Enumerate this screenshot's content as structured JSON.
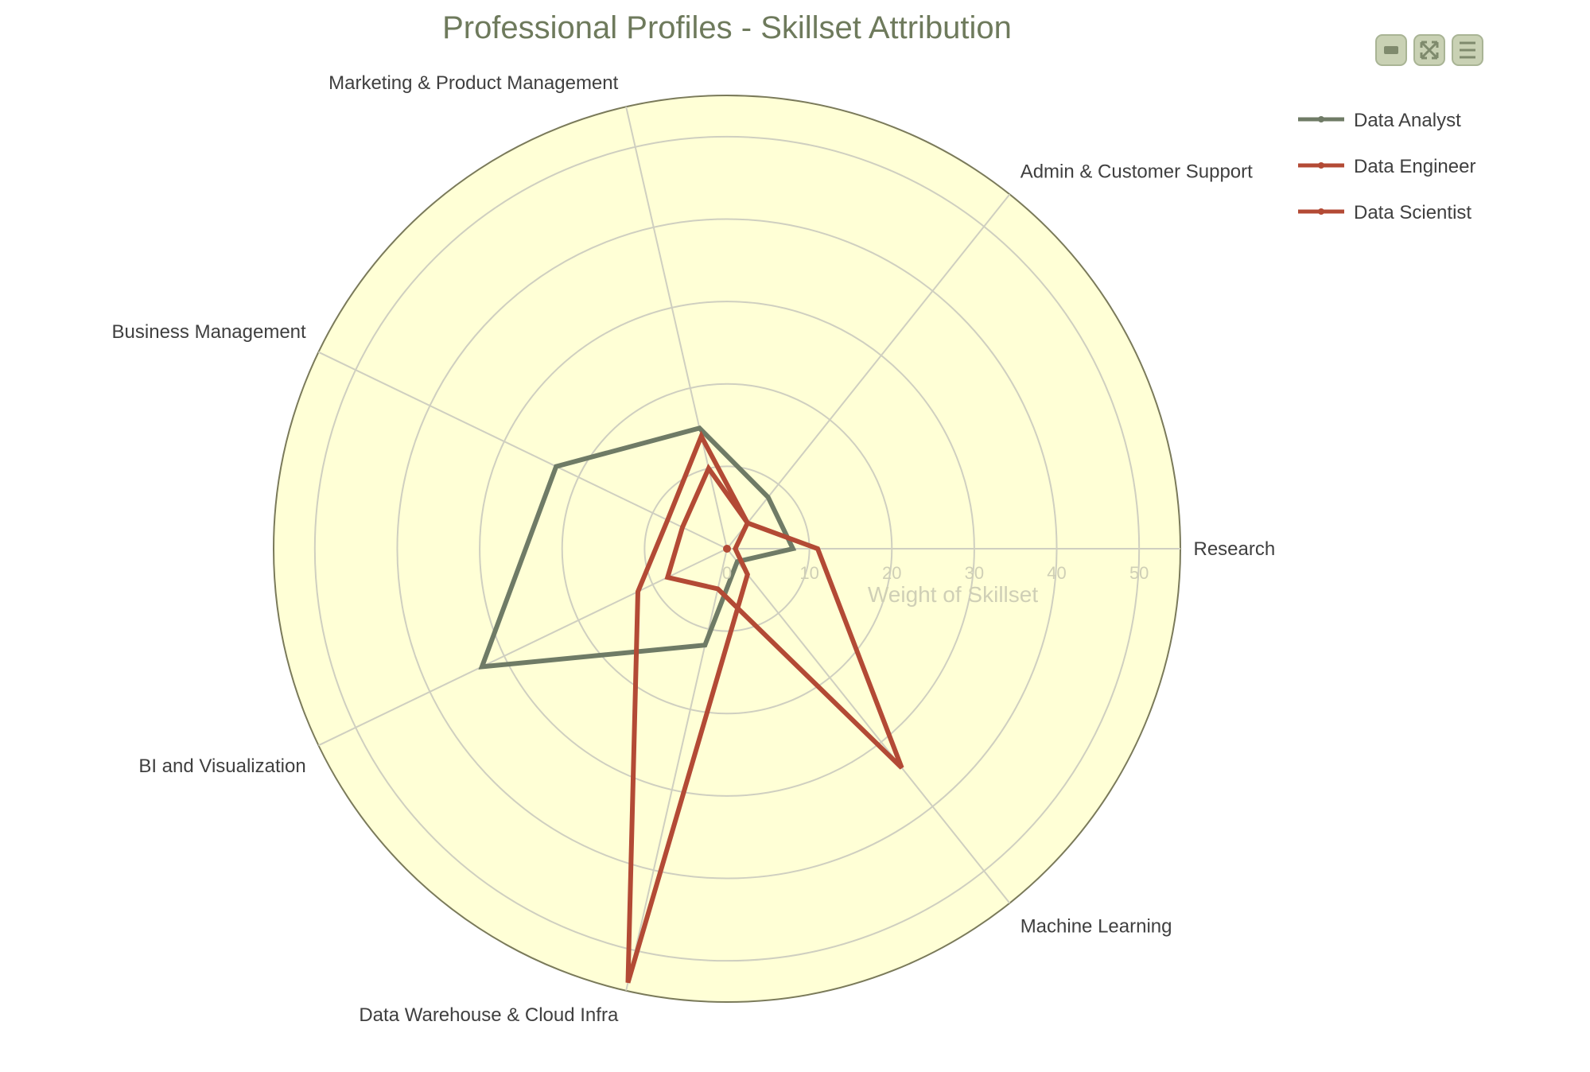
{
  "chart_data": {
    "type": "radar",
    "title": "Professional Profiles -  Skillset Attribution",
    "axis_title": "Weight of Skillset",
    "categories": [
      "Research",
      "Machine Learning",
      "Data Warehouse & Cloud Infra",
      "BI and Visualization",
      "Business Management",
      "Marketing & Product Management",
      "Admin & Customer Support"
    ],
    "radial_ticks": [
      0,
      10,
      20,
      30,
      40,
      50
    ],
    "rlim": [
      0,
      55
    ],
    "grid": true,
    "legend_position": "top-right",
    "series": [
      {
        "name": "Data Analyst",
        "color": "#6f7b66",
        "values": [
          8,
          2,
          12,
          33,
          23,
          15,
          8
        ]
      },
      {
        "name": "Data Engineer",
        "color": "#b34a35",
        "values": [
          1,
          4,
          54,
          12,
          8,
          14,
          4
        ]
      },
      {
        "name": "Data Scientist",
        "color": "#b34a35",
        "values": [
          11,
          34,
          5,
          8,
          6,
          10,
          4
        ]
      }
    ],
    "plot_background": "#ffffd6",
    "border_color": "#7a7a5a",
    "grid_color": "#cfcfc0"
  }
}
